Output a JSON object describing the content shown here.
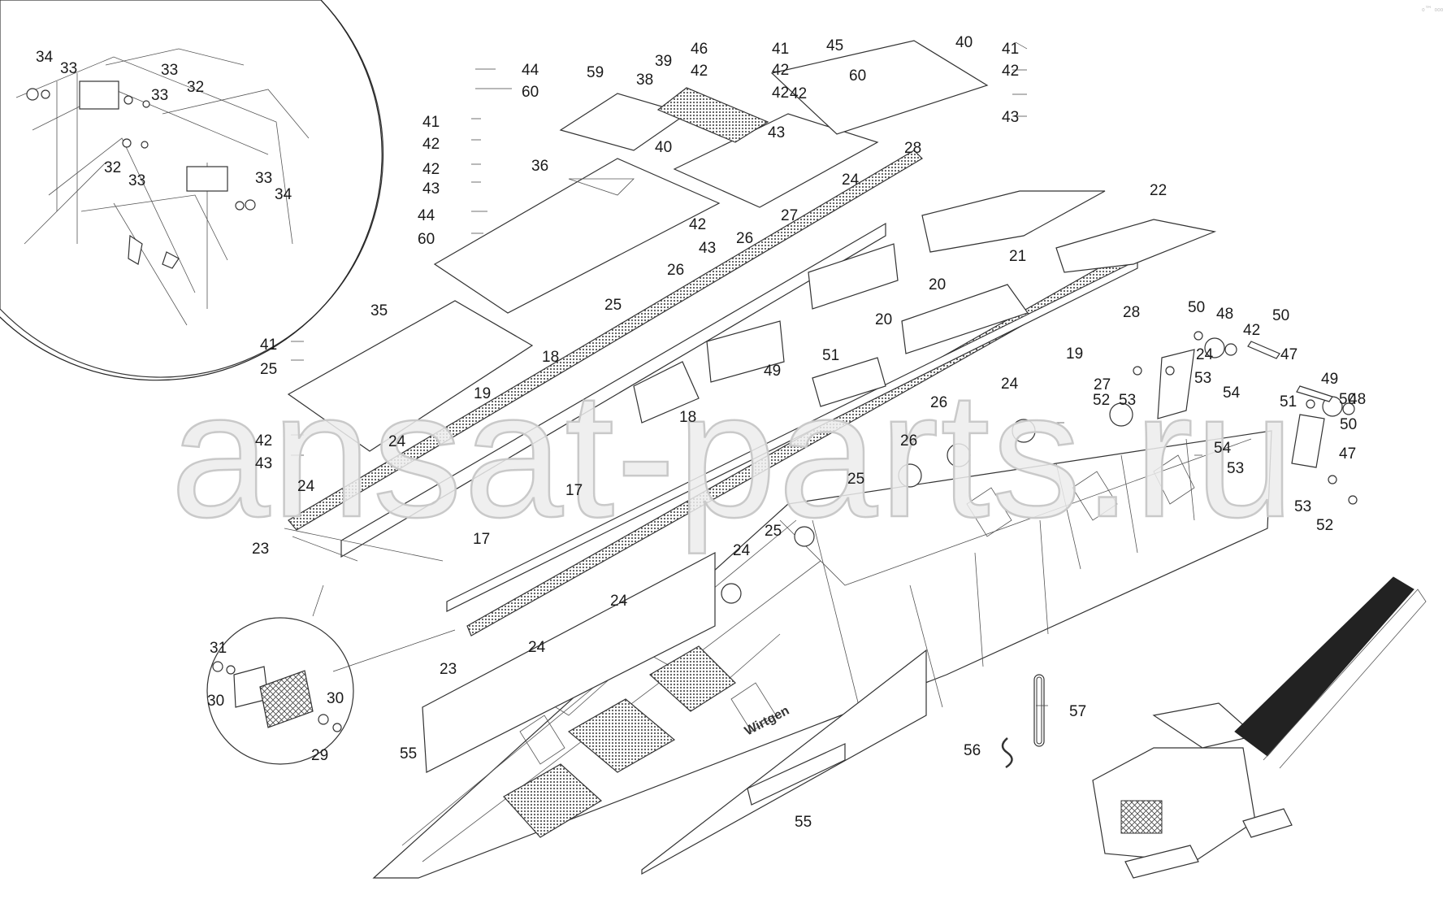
{
  "watermark": "ansat-parts.ru",
  "brand_plate": "Wirtgen",
  "corner_mark": "₀™ ₀₀₀",
  "callouts": [
    {
      "id": "c1",
      "text": "34"
    },
    {
      "id": "c2",
      "text": "33"
    },
    {
      "id": "c3",
      "text": "33"
    },
    {
      "id": "c4",
      "text": "32"
    },
    {
      "id": "c5",
      "text": "33"
    },
    {
      "id": "c6",
      "text": "32"
    },
    {
      "id": "c7",
      "text": "33"
    },
    {
      "id": "c8",
      "text": "33"
    },
    {
      "id": "c9",
      "text": "34"
    },
    {
      "id": "c10",
      "text": "44"
    },
    {
      "id": "c11",
      "text": "60"
    },
    {
      "id": "c12",
      "text": "59"
    },
    {
      "id": "c13",
      "text": "39"
    },
    {
      "id": "c14",
      "text": "46"
    },
    {
      "id": "c15",
      "text": "41"
    },
    {
      "id": "c16",
      "text": "45"
    },
    {
      "id": "c17",
      "text": "40"
    },
    {
      "id": "c18",
      "text": "41"
    },
    {
      "id": "c19",
      "text": "42"
    },
    {
      "id": "c20",
      "text": "42"
    },
    {
      "id": "c21",
      "text": "42"
    },
    {
      "id": "c22",
      "text": "60"
    },
    {
      "id": "c23",
      "text": "42"
    },
    {
      "id": "c24",
      "text": "38"
    },
    {
      "id": "c25",
      "text": "42"
    },
    {
      "id": "c26",
      "text": "43"
    },
    {
      "id": "c27",
      "text": "43"
    },
    {
      "id": "c28",
      "text": "41"
    },
    {
      "id": "c29",
      "text": "42"
    },
    {
      "id": "c30",
      "text": "40"
    },
    {
      "id": "c31",
      "text": "42"
    },
    {
      "id": "c32",
      "text": "28"
    },
    {
      "id": "c33",
      "text": "36"
    },
    {
      "id": "c34",
      "text": "43"
    },
    {
      "id": "c35",
      "text": "24"
    },
    {
      "id": "c36",
      "text": "22"
    },
    {
      "id": "c37",
      "text": "44"
    },
    {
      "id": "c38",
      "text": "27"
    },
    {
      "id": "c39",
      "text": "42"
    },
    {
      "id": "c40",
      "text": "60"
    },
    {
      "id": "c41",
      "text": "26"
    },
    {
      "id": "c42",
      "text": "43"
    },
    {
      "id": "c43",
      "text": "21"
    },
    {
      "id": "c44",
      "text": "26"
    },
    {
      "id": "c45",
      "text": "20"
    },
    {
      "id": "c46",
      "text": "35"
    },
    {
      "id": "c47",
      "text": "25"
    },
    {
      "id": "c48",
      "text": "20"
    },
    {
      "id": "c49",
      "text": "28"
    },
    {
      "id": "c50",
      "text": "50"
    },
    {
      "id": "c51",
      "text": "48"
    },
    {
      "id": "c52",
      "text": "41"
    },
    {
      "id": "c53",
      "text": "42"
    },
    {
      "id": "c54",
      "text": "50"
    },
    {
      "id": "c55",
      "text": "51"
    },
    {
      "id": "c56",
      "text": "18"
    },
    {
      "id": "c57",
      "text": "25"
    },
    {
      "id": "c58",
      "text": "19"
    },
    {
      "id": "c59",
      "text": "24"
    },
    {
      "id": "c60",
      "text": "47"
    },
    {
      "id": "c61",
      "text": "49"
    },
    {
      "id": "c62",
      "text": "24"
    },
    {
      "id": "c63",
      "text": "27"
    },
    {
      "id": "c64",
      "text": "52"
    },
    {
      "id": "c65",
      "text": "53"
    },
    {
      "id": "c66",
      "text": "53"
    },
    {
      "id": "c67",
      "text": "49"
    },
    {
      "id": "c68",
      "text": "19"
    },
    {
      "id": "c69",
      "text": "26"
    },
    {
      "id": "c70",
      "text": "54"
    },
    {
      "id": "c71",
      "text": "50"
    },
    {
      "id": "c72",
      "text": "24"
    },
    {
      "id": "c73",
      "text": "18"
    },
    {
      "id": "c74",
      "text": "51"
    },
    {
      "id": "c75",
      "text": "48"
    },
    {
      "id": "c76",
      "text": "42"
    },
    {
      "id": "c77",
      "text": "26"
    },
    {
      "id": "c78",
      "text": "50"
    },
    {
      "id": "c79",
      "text": "43"
    },
    {
      "id": "c80",
      "text": "54"
    },
    {
      "id": "c81",
      "text": "47"
    },
    {
      "id": "c82",
      "text": "24"
    },
    {
      "id": "c83",
      "text": "53"
    },
    {
      "id": "c84",
      "text": "25"
    },
    {
      "id": "c85",
      "text": "17"
    },
    {
      "id": "c86",
      "text": "23"
    },
    {
      "id": "c87",
      "text": "17"
    },
    {
      "id": "c88",
      "text": "25"
    },
    {
      "id": "c89",
      "text": "53"
    },
    {
      "id": "c90",
      "text": "52"
    },
    {
      "id": "c91",
      "text": "24"
    },
    {
      "id": "c92",
      "text": "24"
    },
    {
      "id": "c93",
      "text": "24"
    },
    {
      "id": "c94",
      "text": "23"
    },
    {
      "id": "c95",
      "text": "31"
    },
    {
      "id": "c96",
      "text": "30"
    },
    {
      "id": "c97",
      "text": "30"
    },
    {
      "id": "c98",
      "text": "29"
    },
    {
      "id": "c99",
      "text": "57"
    },
    {
      "id": "c100",
      "text": "56"
    },
    {
      "id": "c101",
      "text": "55"
    },
    {
      "id": "c102",
      "text": "55"
    }
  ]
}
